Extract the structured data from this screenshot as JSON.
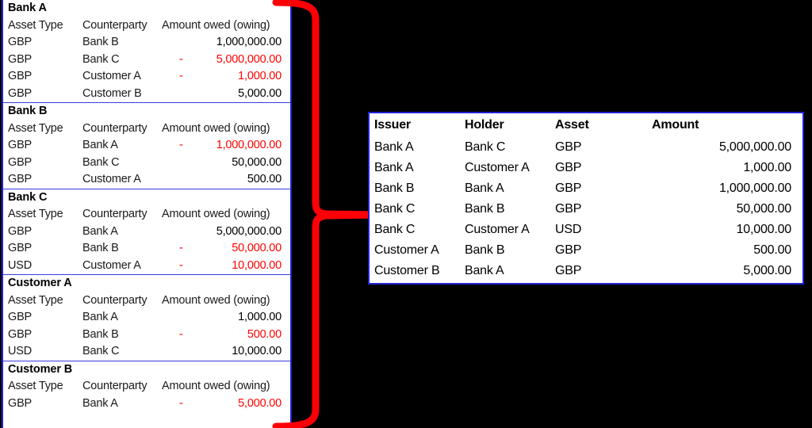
{
  "theme": {
    "background": "#000000",
    "panel_background": "#ffffff",
    "border_blue": "#2022d6",
    "negative_red": "#ff0000",
    "arrow_red": "#fb0007",
    "text_black": "#000000"
  },
  "left_panel": {
    "name": "bilateral-ledgers",
    "column_headers": {
      "asset_type": "Asset Type",
      "counterparty": "Counterparty",
      "amount": "Amount owed (owing)"
    },
    "negative_sign": "-",
    "sections": [
      {
        "entity": "Bank A",
        "rows": [
          {
            "asset": "GBP",
            "counterparty": "Bank B",
            "sign": "",
            "amount": "1,000,000.00",
            "negative": false
          },
          {
            "asset": "GBP",
            "counterparty": "Bank C",
            "sign": "-",
            "amount": "5,000,000.00",
            "negative": true
          },
          {
            "asset": "GBP",
            "counterparty": "Customer A",
            "sign": "-",
            "amount": "1,000.00",
            "negative": true
          },
          {
            "asset": "GBP",
            "counterparty": "Customer B",
            "sign": "",
            "amount": "5,000.00",
            "negative": false
          }
        ]
      },
      {
        "entity": "Bank B",
        "rows": [
          {
            "asset": "GBP",
            "counterparty": "Bank A",
            "sign": "-",
            "amount": "1,000,000.00",
            "negative": true
          },
          {
            "asset": "GBP",
            "counterparty": "Bank C",
            "sign": "",
            "amount": "50,000.00",
            "negative": false
          },
          {
            "asset": "GBP",
            "counterparty": "Customer A",
            "sign": "",
            "amount": "500.00",
            "negative": false
          }
        ]
      },
      {
        "entity": "Bank C",
        "rows": [
          {
            "asset": "GBP",
            "counterparty": "Bank A",
            "sign": "",
            "amount": "5,000,000.00",
            "negative": false
          },
          {
            "asset": "GBP",
            "counterparty": "Bank B",
            "sign": "-",
            "amount": "50,000.00",
            "negative": true
          },
          {
            "asset": "USD",
            "counterparty": "Customer A",
            "sign": "-",
            "amount": "10,000.00",
            "negative": true
          }
        ]
      },
      {
        "entity": "Customer A",
        "rows": [
          {
            "asset": "GBP",
            "counterparty": "Bank A",
            "sign": "",
            "amount": "1,000.00",
            "negative": false
          },
          {
            "asset": "GBP",
            "counterparty": "Bank B",
            "sign": "-",
            "amount": "500.00",
            "negative": true
          },
          {
            "asset": "USD",
            "counterparty": "Bank C",
            "sign": "",
            "amount": "10,000.00",
            "negative": false
          }
        ]
      },
      {
        "entity": "Customer B",
        "rows": [
          {
            "asset": "GBP",
            "counterparty": "Bank A",
            "sign": "-",
            "amount": "5,000.00",
            "negative": true
          }
        ]
      }
    ]
  },
  "connector": {
    "name": "brace-arrow",
    "shape": "right-pointing-curly-brace",
    "color": "#fb0007"
  },
  "right_panel": {
    "name": "unified-ledger",
    "columns": [
      "Issuer",
      "Holder",
      "Asset",
      "Amount"
    ],
    "rows": [
      {
        "issuer": "Bank A",
        "holder": "Bank C",
        "asset": "GBP",
        "amount": "5,000,000.00"
      },
      {
        "issuer": "Bank A",
        "holder": "Customer A",
        "asset": "GBP",
        "amount": "1,000.00"
      },
      {
        "issuer": "Bank B",
        "holder": "Bank A",
        "asset": "GBP",
        "amount": "1,000,000.00"
      },
      {
        "issuer": "Bank C",
        "holder": "Bank B",
        "asset": "GBP",
        "amount": "50,000.00"
      },
      {
        "issuer": "Bank C",
        "holder": "Customer A",
        "asset": "USD",
        "amount": "10,000.00"
      },
      {
        "issuer": "Customer A",
        "holder": "Bank B",
        "asset": "GBP",
        "amount": "500.00"
      },
      {
        "issuer": "Customer B",
        "holder": "Bank A",
        "asset": "GBP",
        "amount": "5,000.00"
      }
    ]
  }
}
